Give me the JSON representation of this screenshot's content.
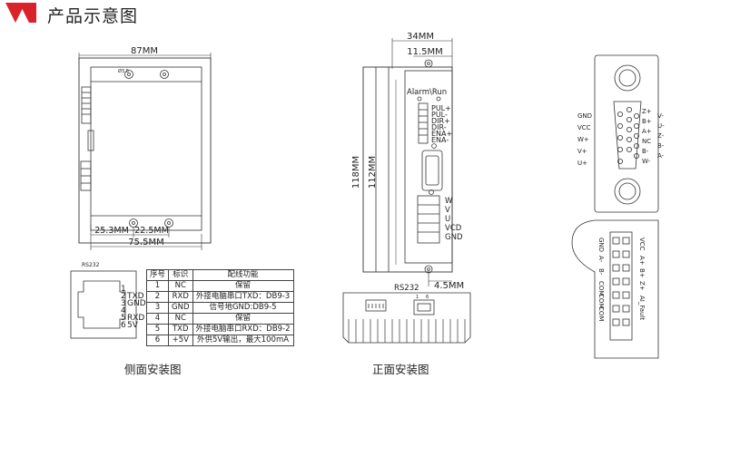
{
  "header": {
    "title": "产品示意图",
    "accent_color": "#d9222a"
  },
  "side_view": {
    "caption": "侧面安装图",
    "dim_width": "87MM",
    "dim_inner": "25.3MM",
    "dim_gap": "22.5MM",
    "dim_total": "75.5MM",
    "hole_label": "Ø3.5"
  },
  "front_view": {
    "caption": "正面安装图",
    "dim_width": "34MM",
    "dim_offset": "11.5MM",
    "dim_height_outer": "118MM",
    "dim_height_inner": "112MM",
    "dim_bottom": "4.5MM",
    "indicator_label": "Alarm\\Run",
    "signal_pins": [
      "PUL+",
      "PUL-",
      "DIR+",
      "DIR-",
      "ENA+",
      "ENA-"
    ],
    "power_pins": [
      "W",
      "V",
      "U",
      "VCD",
      "GND"
    ]
  },
  "rs232": {
    "title": "RS232",
    "pins": [
      "1",
      "2",
      "3",
      "4",
      "5",
      "6"
    ],
    "pin_labels": [
      "TXD",
      "GND",
      "RXD",
      "5V"
    ]
  },
  "bottom_view": {
    "rs232_label": "RS232",
    "pin_nums": [
      "1",
      "6"
    ]
  },
  "pin_table": {
    "headers": [
      "序号",
      "标识",
      "配线功能"
    ],
    "rows": [
      [
        "1",
        "NC",
        "保留"
      ],
      [
        "2",
        "RXD",
        "外接电脑串口TXD：DB9-3"
      ],
      [
        "3",
        "GND",
        "信号地GND:DB9-5"
      ],
      [
        "4",
        "NC",
        "保留"
      ],
      [
        "5",
        "TXD",
        "外接电脑串口RXD：DB9-2"
      ],
      [
        "6",
        "+5V",
        "外供5V输出，最大100mA"
      ]
    ]
  },
  "db15": {
    "left_labels": [
      "GND",
      "VCC",
      "W+",
      "V+",
      "U+"
    ],
    "mid_labels": [
      "Z+",
      "B+",
      "A+",
      "NC",
      "B-",
      "W-"
    ],
    "right_labels": [
      "V-",
      "U-",
      "Z-",
      "B-",
      "A-"
    ]
  },
  "encoder_conn": {
    "left_labels": [
      "GND",
      "A-",
      "B-",
      "COM",
      "COM",
      "COM"
    ],
    "right_labels": [
      "VCC",
      "A+",
      "B+",
      "Z+",
      "AI_Fault"
    ]
  }
}
